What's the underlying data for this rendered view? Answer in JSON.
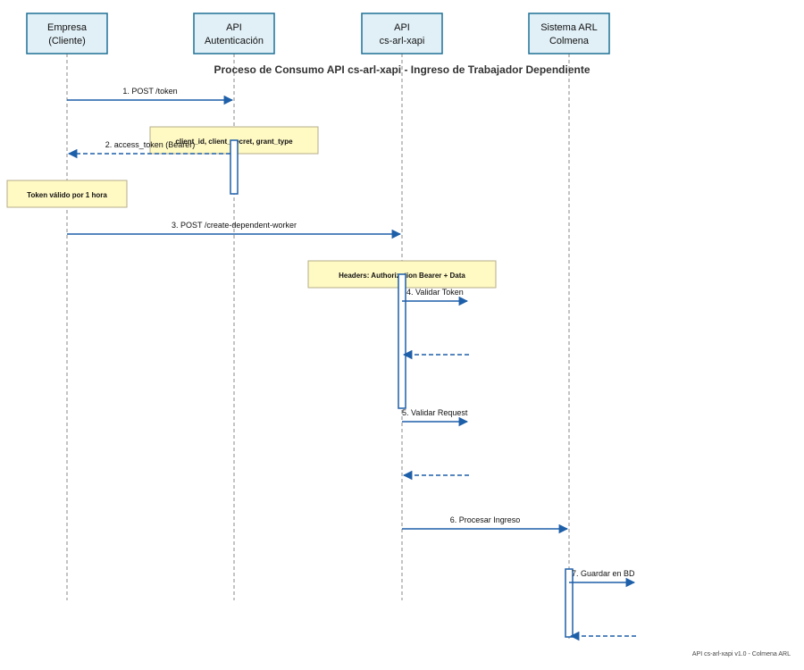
{
  "diagram": {
    "title": "Proceso de Consumo API cs-arl-xapi - Ingreso de Trabajador Dependiente",
    "footer": "API cs-arl-xapi v1.0 - Colmena ARL",
    "participants": [
      {
        "line1": "Empresa",
        "line2": "(Cliente)"
      },
      {
        "line1": "API",
        "line2": "Autenticación"
      },
      {
        "line1": "API",
        "line2": "cs-arl-xapi"
      },
      {
        "line1": "Sistema ARL",
        "line2": "Colmena"
      }
    ],
    "messages": [
      "1. POST /token",
      "2. access_token (Bearer)",
      "3. POST /create-dependent-worker",
      "4. Validar Token",
      "5. Validar Request",
      "6. Procesar Ingreso",
      "7. Guardar en BD"
    ],
    "notes": [
      "client_id, client_secret, grant_type",
      "Token válido por 1 hora",
      "Headers: Authorization Bearer + Data"
    ]
  },
  "colors": {
    "participant_fill": "#e1f0f7",
    "participant_stroke": "#1f7096",
    "arrow": "#1d5fa8",
    "lifeline": "#888888",
    "note_fill": "#fff9c4",
    "note_stroke": "#b5ad8a"
  }
}
